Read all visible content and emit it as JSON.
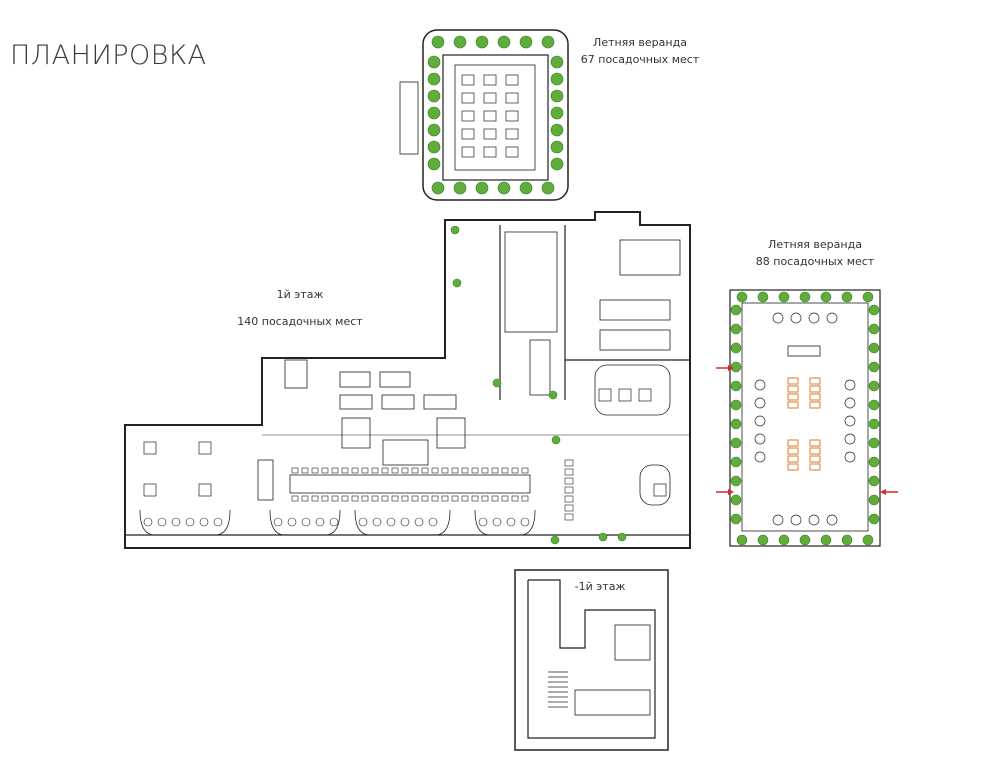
{
  "title": "ПЛАНИРОВКА",
  "zones": {
    "veranda_top": {
      "name": "Летняя веранда",
      "seats": "67 посадочных мест"
    },
    "veranda_right": {
      "name": "Летняя веранда",
      "seats": "88 посадочных мест"
    },
    "floor_1": {
      "name": "1й этаж",
      "seats": "140 посадочных мест"
    },
    "floor_minus1": {
      "name": "-1й этаж"
    }
  },
  "colors": {
    "line": "#222222",
    "greenery": "#5fae3c",
    "accent_tables": "#e07a2e",
    "entrance_arrow": "#d9262b"
  }
}
